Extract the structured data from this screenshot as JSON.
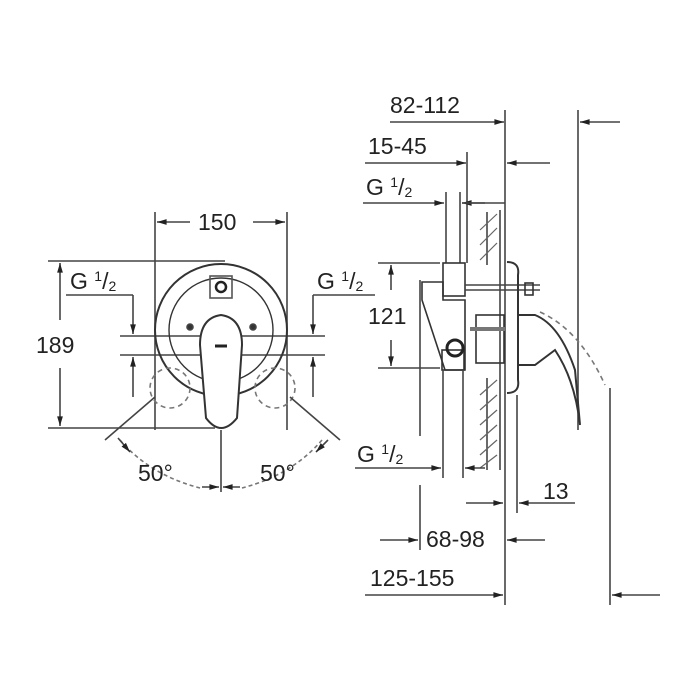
{
  "drawing": {
    "subject": "Concealed single-lever shower mixer dimension drawing",
    "front_view": {
      "width_dim": "150",
      "height_dim": "189",
      "connection_left": {
        "g": "G",
        "num": "1",
        "den": "2"
      },
      "connection_right": {
        "g": "G",
        "num": "1",
        "den": "2"
      },
      "angle_left": "50°",
      "angle_right": "50°"
    },
    "side_view": {
      "dim_82_112": "82-112",
      "dim_15_45": "15-45",
      "connection_top": {
        "g": "G",
        "num": "1",
        "den": "2"
      },
      "dim_121": "121",
      "connection_bottom": {
        "g": "G",
        "num": "1",
        "den": "2"
      },
      "dim_13": "13",
      "dim_68_98": "68-98",
      "dim_125_155": "125-155"
    }
  },
  "colors": {
    "line": "#333333",
    "dim_line": "#555555",
    "background": "#ffffff"
  }
}
